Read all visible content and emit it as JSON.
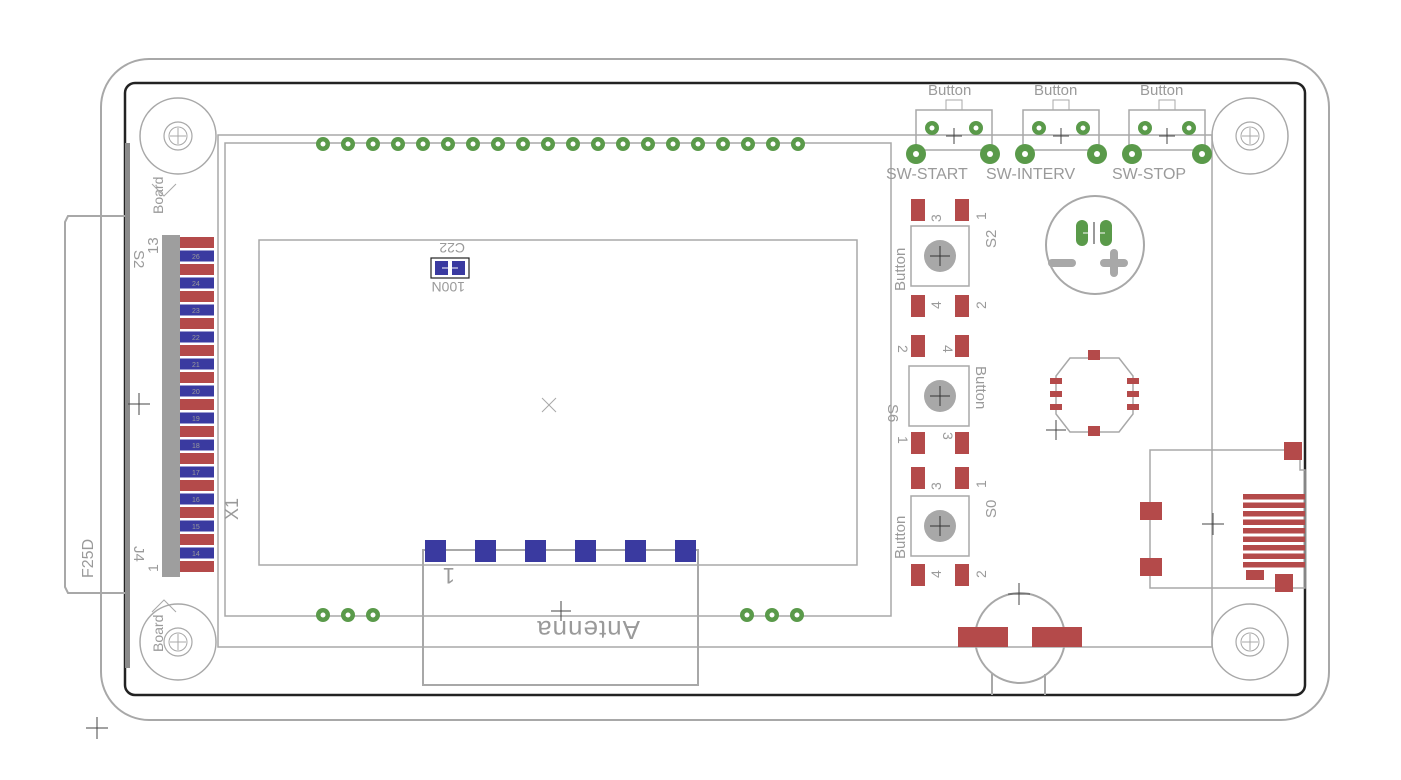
{
  "labels": {
    "sw_start": "SW-START",
    "sw_interv": "SW-INTERV",
    "sw_stop": "SW-STOP",
    "button": "Button",
    "board": "Board",
    "x1": "X1",
    "s2": "S2",
    "s6": "S6",
    "s0": "S0",
    "c22": "C22",
    "val_100n": "100N",
    "antenna": "Antenna",
    "f25d": "F25D",
    "j4": "J4",
    "s2_conn": "S2",
    "pin13": "13",
    "pin1": "1",
    "one": "1",
    "two": "2",
    "three": "3",
    "four": "4"
  },
  "connector_pins": [
    "26",
    "24",
    "23",
    "22",
    "21",
    "20",
    "19",
    "18",
    "17",
    "16",
    "15",
    "14"
  ],
  "colors": {
    "smd_pad": "#b44a4a",
    "bottom_pad": "#3a3aa0",
    "via": "#5a9a4a",
    "silkscreen": "#a8a8a8",
    "outline": "#222222"
  }
}
